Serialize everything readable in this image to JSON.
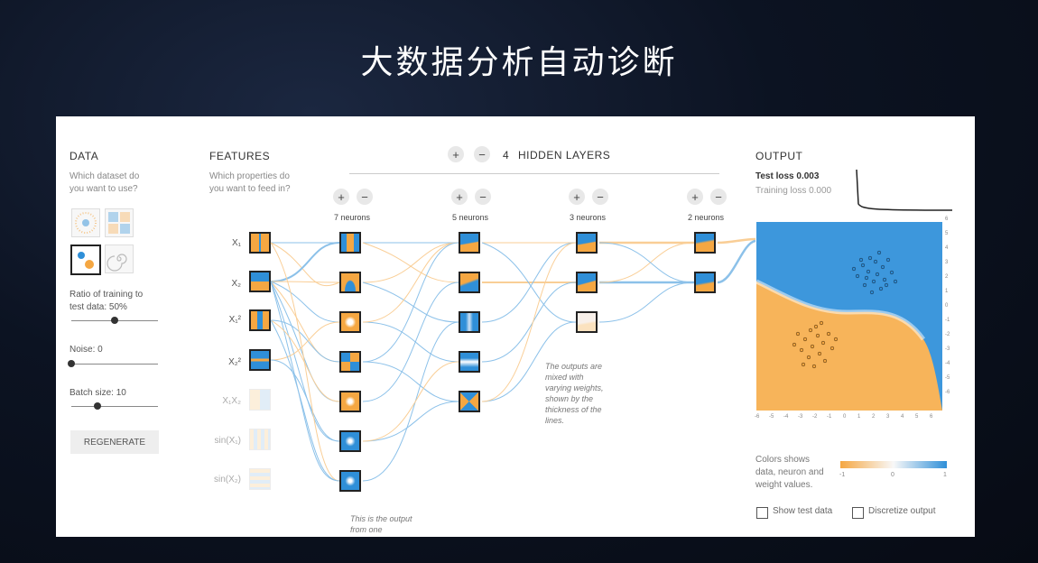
{
  "slide": {
    "title": "大数据分析自动诊断"
  },
  "data": {
    "title": "DATA",
    "subtitle_l1": "Which dataset do",
    "subtitle_l2": "you want to use?",
    "ratio_l1": "Ratio of training to",
    "ratio_l2": "test data:  50%",
    "ratio_value": 0.5,
    "noise_label": "Noise:  0",
    "noise_value": 0,
    "batch_label": "Batch size:  10",
    "batch_value": 0.3,
    "regenerate": "REGENERATE"
  },
  "features": {
    "title": "FEATURES",
    "subtitle_l1": "Which properties do",
    "subtitle_l2": "you want to feed in?",
    "items": [
      {
        "label": "X₁"
      },
      {
        "label": "X₂"
      },
      {
        "label": "X₁²"
      },
      {
        "label": "X₂²"
      },
      {
        "label": "X₁X₂"
      },
      {
        "label": "sin(X₁)"
      },
      {
        "label": "sin(X₂)"
      }
    ]
  },
  "network": {
    "plus": "+",
    "minus": "−",
    "layer_count": "4",
    "layers_label": "HIDDEN LAYERS",
    "layers": [
      {
        "label": "7 neurons"
      },
      {
        "label": "5 neurons"
      },
      {
        "label": "3 neurons"
      },
      {
        "label": "2 neurons"
      }
    ],
    "note_weights": [
      "The outputs are",
      "mixed with",
      "varying weights,",
      "shown by the",
      "thickness of the",
      "lines."
    ],
    "note_output": [
      "This is the output",
      "from one"
    ]
  },
  "output": {
    "title": "OUTPUT",
    "test_loss": "Test loss 0.003",
    "training_loss": "Training loss 0.000",
    "y_ticks": [
      "6",
      "5",
      "4",
      "3",
      "2",
      "1",
      "0",
      "-1",
      "-2",
      "-3",
      "-4",
      "-5",
      "-6"
    ],
    "x_ticks": [
      "-6",
      "-5",
      "-4",
      "-3",
      "-2",
      "-1",
      "0",
      "1",
      "2",
      "3",
      "4",
      "5",
      "6"
    ],
    "legend_l1": "Colors shows",
    "legend_l2": "data, neuron and",
    "legend_l3": "weight values.",
    "legend_min": "-1",
    "legend_mid": "0",
    "legend_max": "1",
    "show_test_data": "Show test data",
    "discretize": "Discretize output",
    "color_negative": "#f5a742",
    "color_positive": "#2f8fd8"
  }
}
